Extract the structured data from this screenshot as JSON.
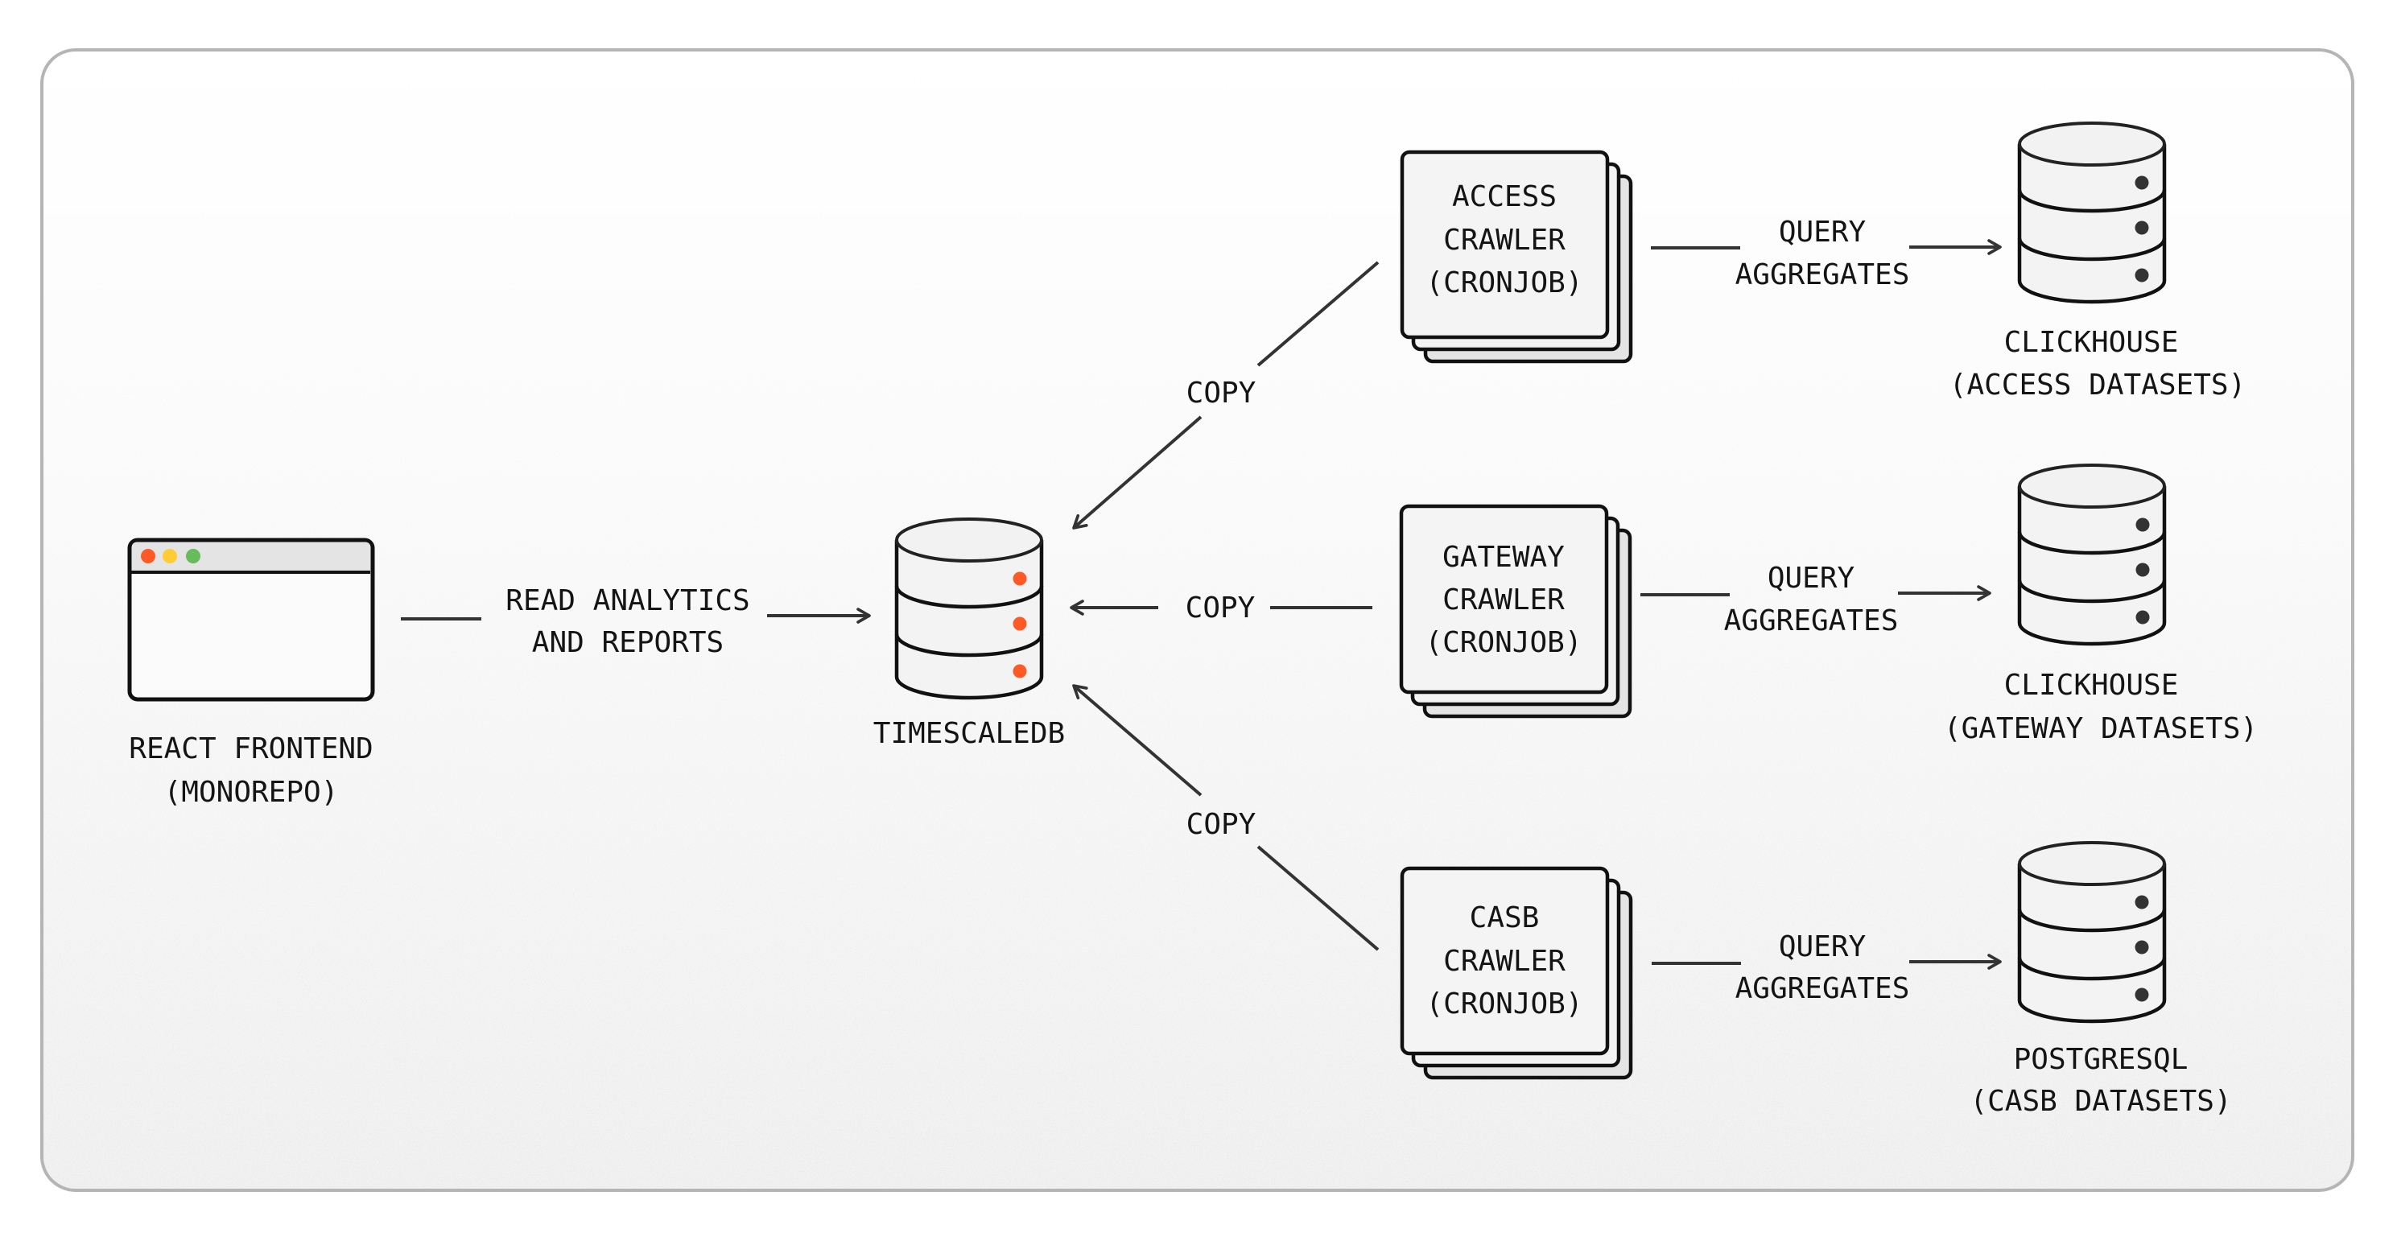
{
  "diagram": {
    "title": "",
    "nodes": {
      "frontend": {
        "label_line1": "REACT FRONTEND",
        "label_line2": "(MONOREPO)",
        "icon": "browser-window-icon"
      },
      "timescaledb": {
        "label": "TIMESCALEDB",
        "icon": "database-icon",
        "indicator_color": "#ff5a26"
      },
      "access_crawler": {
        "line1": "ACCESS",
        "line2": "CRAWLER",
        "line3": "(CRONJOB)",
        "icon": "stacked-cards-icon"
      },
      "gateway_crawler": {
        "line1": "GATEWAY",
        "line2": "CRAWLER",
        "line3": "(CRONJOB)",
        "icon": "stacked-cards-icon"
      },
      "casb_crawler": {
        "line1": "CASB",
        "line2": "CRAWLER",
        "line3": "(CRONJOB)",
        "icon": "stacked-cards-icon"
      },
      "clickhouse_access": {
        "label_line1": "CLICKHOUSE",
        "label_line2": "(ACCESS DATASETS)",
        "icon": "database-icon",
        "indicator_color": "#333333"
      },
      "clickhouse_gateway": {
        "label_line1": "CLICKHOUSE",
        "label_line2": "(GATEWAY DATASETS)",
        "icon": "database-icon",
        "indicator_color": "#333333"
      },
      "postgresql_casb": {
        "label_line1": "POSTGRESQL",
        "label_line2": "(CASB DATASETS)",
        "icon": "database-icon",
        "indicator_color": "#333333"
      }
    },
    "edges": {
      "frontend_to_timescale": {
        "line1": "READ ANALYTICS",
        "line2": "AND REPORTS",
        "from": "REACT FRONTEND",
        "to": "TIMESCALEDB"
      },
      "access_copy": {
        "label": "COPY",
        "from": "ACCESS CRAWLER",
        "to": "TIMESCALEDB"
      },
      "gateway_copy": {
        "label": "COPY",
        "from": "GATEWAY CRAWLER",
        "to": "TIMESCALEDB"
      },
      "casb_copy": {
        "label": "COPY",
        "from": "CASB CRAWLER",
        "to": "TIMESCALEDB"
      },
      "access_query": {
        "line1": "QUERY",
        "line2": "AGGREGATES",
        "from": "ACCESS CRAWLER",
        "to": "CLICKHOUSE (ACCESS DATASETS)"
      },
      "gateway_query": {
        "line1": "QUERY",
        "line2": "AGGREGATES",
        "from": "GATEWAY CRAWLER",
        "to": "CLICKHOUSE (GATEWAY DATASETS)"
      },
      "casb_query": {
        "line1": "QUERY",
        "line2": "AGGREGATES",
        "from": "CASB CRAWLER",
        "to": "POSTGRESQL (CASB DATASETS)"
      }
    },
    "colors": {
      "window_close": "#ff5a26",
      "window_minimize": "#ffcc33",
      "window_maximize": "#66bb5a",
      "stroke": "#111111",
      "edge": "#333333",
      "frame_border": "#b5b5b5"
    }
  }
}
